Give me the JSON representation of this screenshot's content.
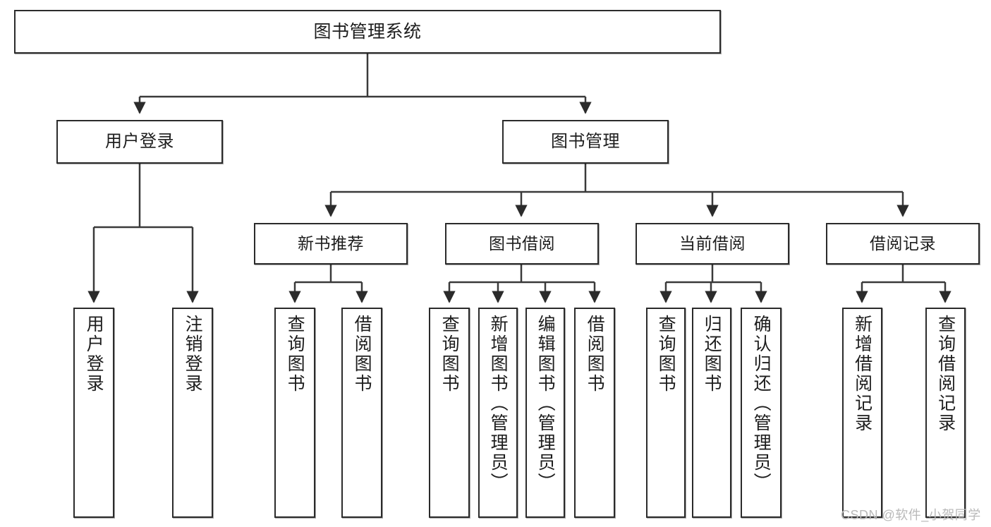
{
  "diagram": {
    "title": "图书管理系统",
    "type": "tree-hierarchy-diagram",
    "theme": {
      "background": "#ffffff",
      "box_border": "#2b2b2b",
      "box_fill": "#ffffff",
      "text": "#1d1d1d",
      "connector": "#3a3a3a",
      "watermark": "#b9b9b9"
    },
    "root": {
      "label": "图书管理系统"
    },
    "level2": [
      {
        "label": "用户登录"
      },
      {
        "label": "图书管理"
      }
    ],
    "level3": [
      {
        "label": "新书推荐"
      },
      {
        "label": "图书借阅"
      },
      {
        "label": "当前借阅"
      },
      {
        "label": "借阅记录"
      }
    ],
    "leaves": {
      "user_login": [
        {
          "label": "用户登录"
        },
        {
          "label": "注销登录"
        }
      ],
      "new_book_recommend": [
        {
          "label": "查询图书"
        },
        {
          "label": "借阅图书"
        }
      ],
      "book_borrow": [
        {
          "label": "查询图书"
        },
        {
          "label": "新增图书（管理员）"
        },
        {
          "label": "编辑图书（管理员）"
        },
        {
          "label": "借阅图书"
        }
      ],
      "current_borrow": [
        {
          "label": "查询图书"
        },
        {
          "label": "归还图书"
        },
        {
          "label": "确认归还（管理员）"
        }
      ],
      "borrow_record": [
        {
          "label": "新增借阅记录"
        },
        {
          "label": "查询借阅记录"
        }
      ]
    }
  },
  "watermark": {
    "text": "CSDN @软件_小贺同学"
  }
}
